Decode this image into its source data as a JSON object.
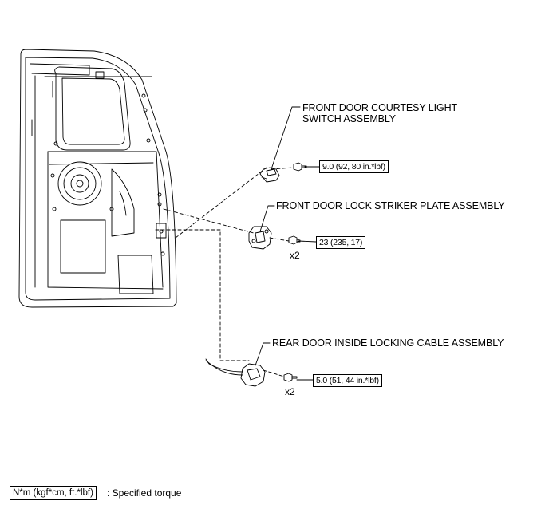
{
  "callouts": {
    "courtesy_switch_line1": "FRONT DOOR COURTESY LIGHT",
    "courtesy_switch_line2": "SWITCH ASSEMBLY",
    "striker_plate": "FRONT DOOR LOCK STRIKER PLATE ASSEMBLY",
    "locking_cable": "REAR DOOR INSIDE LOCKING CABLE ASSEMBLY"
  },
  "torques": {
    "courtesy_switch": "9.0 (92, 80 in.*lbf)",
    "striker_plate": "23 (235, 17)",
    "locking_cable": "5.0 (51, 44 in.*lbf)"
  },
  "quantities": {
    "striker_plate": "x2",
    "locking_cable": "x2"
  },
  "legend": {
    "unit_box": "N*m (kgf*cm, ft.*lbf)",
    "description": ": Specified torque"
  }
}
